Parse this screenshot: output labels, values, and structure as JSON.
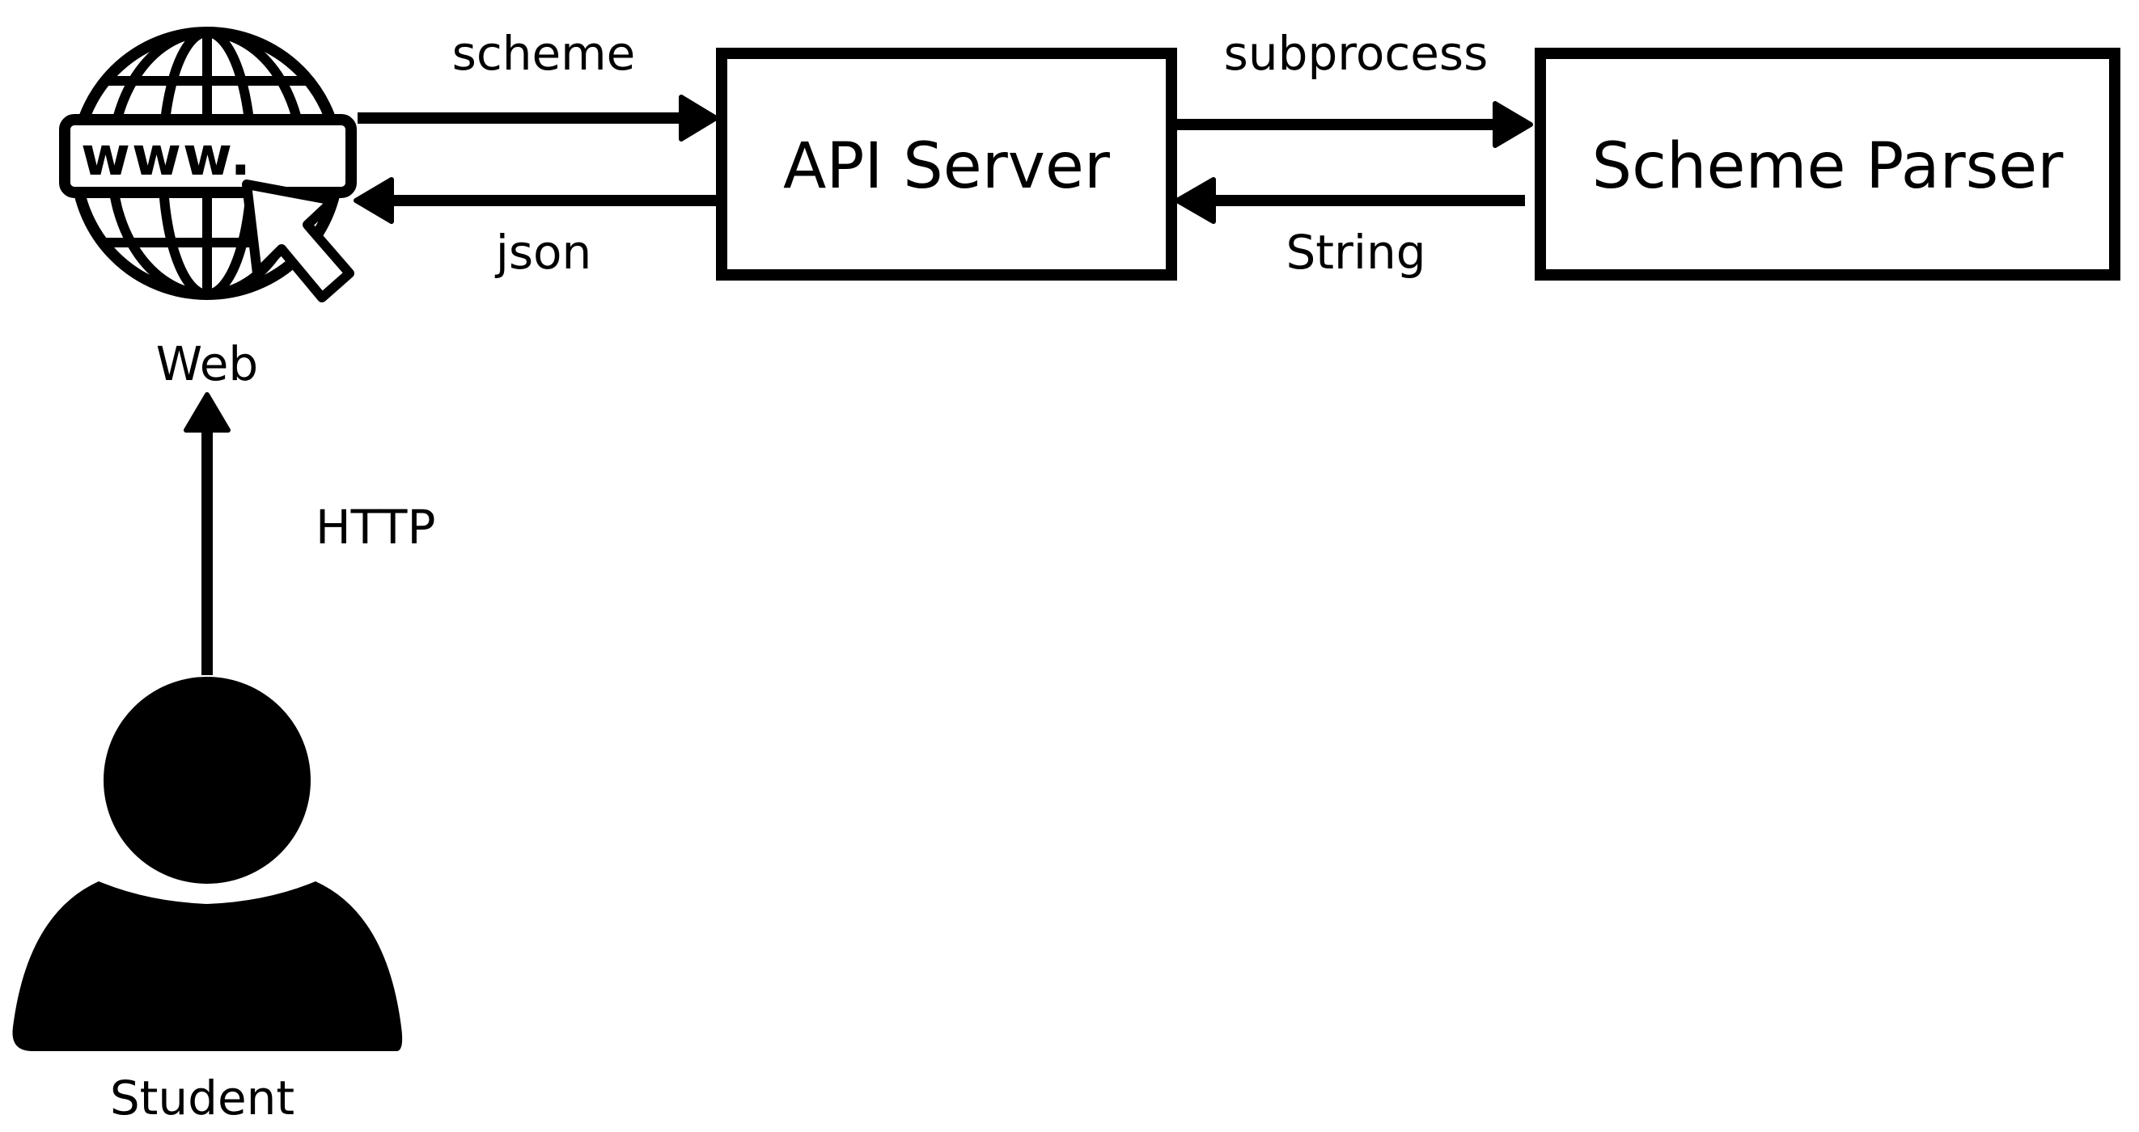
{
  "colors": {
    "ink": "#000000",
    "background": "#ffffff"
  },
  "nodes": {
    "web": {
      "label": "Web",
      "icon": "globe-www-cursor-icon"
    },
    "student": {
      "label": "Student",
      "icon": "person-icon"
    },
    "api_server": {
      "label": "API Server"
    },
    "scheme_parser": {
      "label": "Scheme Parser"
    }
  },
  "edges": {
    "web_to_api": {
      "label": "scheme"
    },
    "api_to_web": {
      "label": "json"
    },
    "api_to_parser": {
      "label": "subprocess"
    },
    "parser_to_api": {
      "label": "String"
    },
    "student_to_web": {
      "label": "HTTP"
    }
  }
}
